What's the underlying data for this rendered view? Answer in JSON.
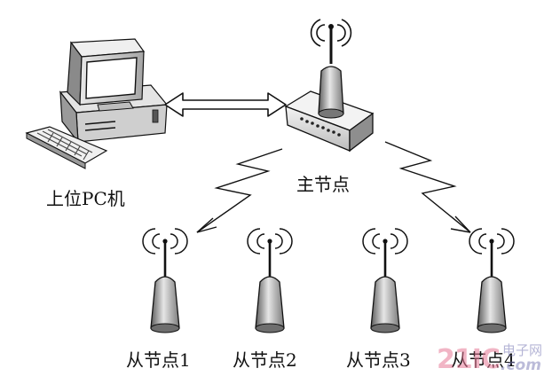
{
  "diagram": {
    "labels": {
      "host_pc": "上位PC机",
      "master_node": "主节点",
      "slave_nodes": [
        "从节点1",
        "从节点2",
        "从节点3",
        "从节点4"
      ]
    },
    "watermark": {
      "digits": "21IC",
      "cn": "电子网",
      "suffix": ".com"
    },
    "colors": {
      "stroke": "#111111",
      "device_light": "#f2f2f2",
      "device_mid": "#bdbdbd",
      "device_dark": "#6e6e6e"
    }
  }
}
